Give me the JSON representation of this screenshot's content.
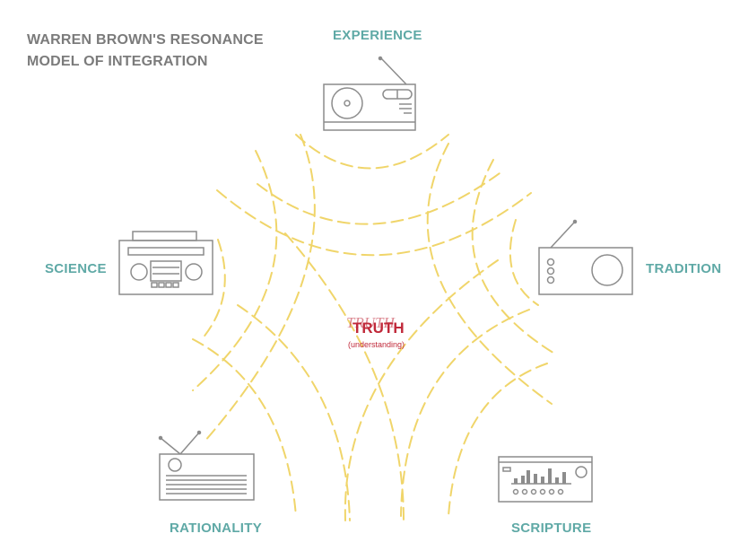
{
  "title": {
    "line1": "WARREN BROWN'S RESONANCE",
    "line2": "MODEL OF INTEGRATION"
  },
  "nodes": {
    "experience": "EXPERIENCE",
    "science": "SCIENCE",
    "tradition": "TRADITION",
    "rationality": "RATIONALITY",
    "scripture": "SCRIPTURE"
  },
  "center": {
    "label": "TRUTH",
    "sublabel": "(understanding)"
  },
  "colors": {
    "title": "#7b7b7b",
    "label": "#5fa9a6",
    "truth": "#c0293a",
    "wave": "#f0d56a",
    "device": "#8c8c8c"
  },
  "icons": {
    "experience": "radio-cd-player-icon",
    "science": "boombox-icon",
    "tradition": "vintage-radio-icon",
    "rationality": "antenna-radio-icon",
    "scripture": "stereo-equalizer-icon"
  }
}
